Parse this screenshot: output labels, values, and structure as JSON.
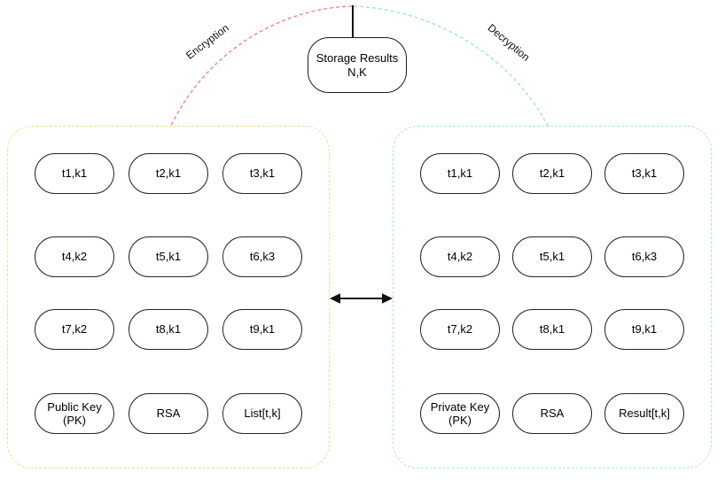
{
  "storage_node": {
    "line1": "Storage Results",
    "line2": "N,K"
  },
  "edge_labels": {
    "encryption": "Encryption",
    "decryption": "Decryption"
  },
  "colors": {
    "encryption_edge": "#f47c7c",
    "decryption_edge": "#9edcec",
    "encryption_box_border": "#ffd98e",
    "decryption_box_border": "#a9e3f0",
    "node_border": "#1a1a1a",
    "arrow": "#111111",
    "text": "#000000"
  },
  "left_box": {
    "rows": [
      [
        "t1,k1",
        "t2,k1",
        "t3,k1"
      ],
      [
        "t4,k2",
        "t5,k1",
        "t6,k3"
      ],
      [
        "t7,k2",
        "t8,k1",
        "t9,k1"
      ],
      [
        "Public Key (PK)",
        "RSA",
        "List[t,k]"
      ]
    ]
  },
  "right_box": {
    "rows": [
      [
        "t1,k1",
        "t2,k1",
        "t3,k1"
      ],
      [
        "t4,k2",
        "t5,k1",
        "t6,k3"
      ],
      [
        "t7,k2",
        "t8,k1",
        "t9,k1"
      ],
      [
        "Private Key (PK)",
        "RSA",
        "Result[t,k]"
      ]
    ]
  }
}
